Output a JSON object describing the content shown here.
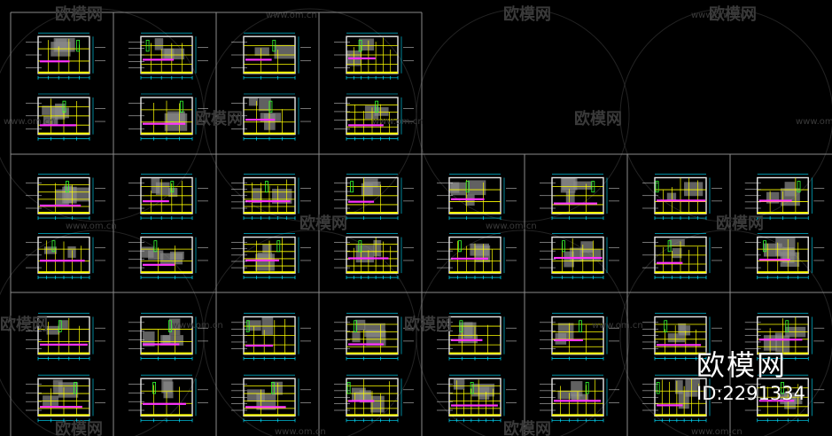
{
  "watermark": {
    "brand": "欧模网",
    "url": "www.om.cn"
  },
  "badge": {
    "brand": "欧模网",
    "id_text": "ID:2291334"
  },
  "colors": {
    "background": "#000000",
    "frame": "#8a8a8a",
    "drawing_wall": "#e6e6e6",
    "drawing_line": "#ffff00",
    "drawing_dim": "#00e0ff",
    "drawing_accent": "#ff33ff",
    "drawing_green": "#33ff33",
    "drawing_fill": "#8a8a8a",
    "watermark": "#3a3a3a"
  },
  "sheets": {
    "rows": 3,
    "top_row_columns": 4,
    "lower_row_columns": 8,
    "panels_per_cell": 2
  }
}
